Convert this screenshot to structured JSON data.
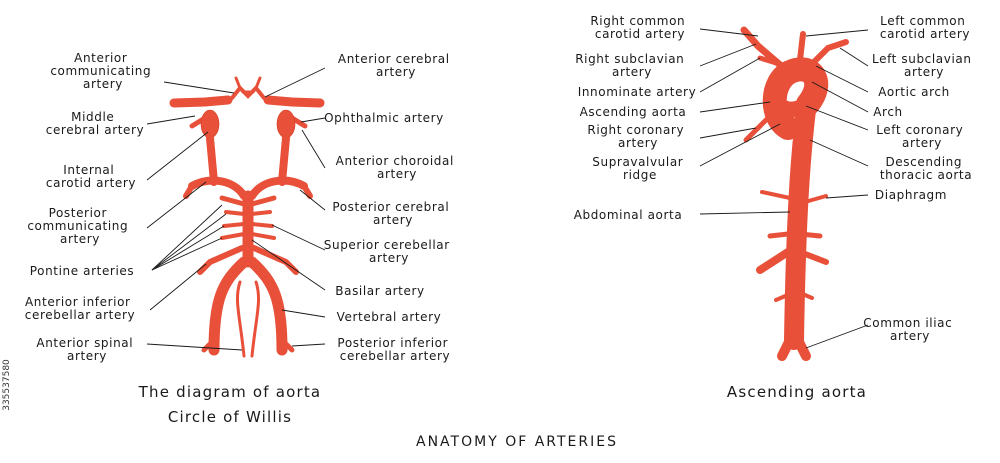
{
  "title": "ANATOMY OF ARTERIES",
  "stock_id": "335537580",
  "colors": {
    "artery": "#e8503a",
    "artery_dark": "#d23a25",
    "text": "#1a1a1a",
    "background": "#ffffff"
  },
  "left_diagram": {
    "caption_line1": "The diagram of aorta",
    "caption_line2": "Circle of Willis",
    "labels": {
      "anterior_communicating": [
        "Anterior",
        "communicating",
        "artery"
      ],
      "middle_cerebral": [
        "Middle",
        "cerebral artery"
      ],
      "internal_carotid": [
        "Internal",
        "carotid artery"
      ],
      "posterior_communicating": [
        "Posterior",
        "communicating",
        "artery"
      ],
      "pontine": [
        "Pontine arteries"
      ],
      "anterior_inferior_cerebellar": [
        "Anterior inferior",
        "cerebellar artery"
      ],
      "anterior_spinal": [
        "Anterior spinal",
        "artery"
      ],
      "anterior_cerebral": [
        "Anterior cerebral",
        "artery"
      ],
      "ophthalmic": [
        "Ophthalmic artery"
      ],
      "anterior_choroidal": [
        "Anterior choroidal",
        "artery"
      ],
      "posterior_cerebral": [
        "Posterior cerebral",
        "artery"
      ],
      "superior_cerebellar": [
        "Superior cerebellar",
        "artery"
      ],
      "basilar": [
        "Basilar artery"
      ],
      "vertebral": [
        "Vertebral artery"
      ],
      "posterior_inferior_cerebellar": [
        "Posterior inferior",
        "cerebellar artery"
      ]
    }
  },
  "right_diagram": {
    "caption": "Ascending aorta",
    "labels": {
      "right_common_carotid": [
        "Right common",
        "carotid artery"
      ],
      "right_subclavian": [
        "Right subclavian",
        "artery"
      ],
      "innominate": [
        "Innominate artery"
      ],
      "ascending_aorta": [
        "Ascending aorta"
      ],
      "right_coronary": [
        "Right coronary",
        "artery"
      ],
      "supravalvular": [
        "Supravalvular",
        "ridge"
      ],
      "abdominal_aorta": [
        "Abdominal aorta"
      ],
      "left_common_carotid": [
        "Left common",
        "carotid artery"
      ],
      "left_subclavian": [
        "Left subclavian",
        "artery"
      ],
      "aortic_arch": [
        "Aortic arch"
      ],
      "arch": [
        "Arch"
      ],
      "left_coronary": [
        "Left coronary",
        "artery"
      ],
      "descending_thoracic": [
        "Descending",
        "thoracic aorta"
      ],
      "diaphragm": [
        "Diaphragm"
      ],
      "common_iliac": [
        "Common iliac",
        "artery"
      ]
    }
  }
}
